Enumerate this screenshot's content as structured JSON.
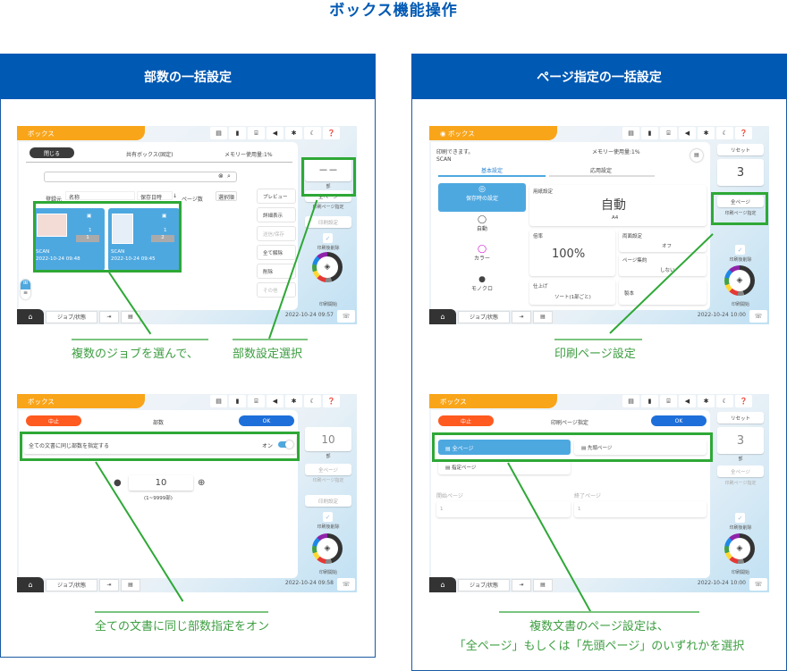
{
  "page_title": "ボックス機能操作",
  "panels": {
    "left": {
      "header": "部数の一括設定",
      "screen1": {
        "tab": "ボックス",
        "close_label": "閉じる",
        "box_name": "共有ボックス(固定)",
        "memory": "メモリー使用量:1%",
        "search_placeholder": "",
        "columns": [
          "登録元",
          "名称",
          "保存日時",
          "ページ数",
          "選択順"
        ],
        "jobs": [
          {
            "name": "SCAN",
            "datetime": "2022-10-24 09:48",
            "copies": "1",
            "pages": "1"
          },
          {
            "name": "SCAN",
            "datetime": "2022-10-24 09:45",
            "copies": "1",
            "pages": "2"
          }
        ],
        "side_buttons": [
          "プレビュー",
          "詳細表示",
          "送信/保存",
          "全て解除",
          "削除",
          "その他"
        ],
        "copies_value": "－－",
        "copies_unit": "部",
        "all_pages": "全ページ",
        "print_page_label": "印刷ページ指定",
        "print_settings": "印刷設定",
        "delete_after": "印刷後削除",
        "start": "印刷開始",
        "job_status": "ジョブ/状態",
        "datetime": "2022-10-24 09:57"
      },
      "caption1a": "複数のジョブを選んで、",
      "caption1b": "部数設定選択",
      "screen2": {
        "tab": "ボックス",
        "cancel": "中止",
        "title": "部数",
        "ok": "OK",
        "toggle_label": "全ての文書に同じ部数を指定する",
        "toggle_state": "オン",
        "copies": "10",
        "range": "(1~9999部)",
        "copies_side": "10",
        "copies_unit": "部",
        "all_pages": "全ページ",
        "print_page_label": "印刷ページ指定",
        "print_settings": "印刷設定",
        "delete_after": "印刷後削除",
        "start": "印刷開始",
        "job_status": "ジョブ/状態",
        "datetime": "2022-10-24 09:58"
      },
      "caption2": "全ての文書に同じ部数指定をオン"
    },
    "right": {
      "header": "ページ指定の一括設定",
      "screen1": {
        "tab": "ボックス",
        "status": "印刷できます。",
        "source": "SCAN",
        "memory": "メモリー使用量:1%",
        "tabs": [
          "基本設定",
          "応用設定"
        ],
        "modes": [
          "保存時の設定",
          "自動",
          "カラー",
          "モノクロ"
        ],
        "paper_label": "用紙設定",
        "paper_value": "自動",
        "paper_size": "A4",
        "zoom_label": "倍率",
        "zoom_value": "100%",
        "duplex_label": "両面設定",
        "duplex_value": "オフ",
        "nup_label": "ページ集約",
        "nup_value": "しない",
        "finish_label": "仕上げ",
        "finish_value": "ソート(1部ごと)",
        "booklet_label": "製本",
        "reset": "リセット",
        "copies": "3",
        "all_pages": "全ページ",
        "print_page_label": "印刷ページ指定",
        "delete_after": "印刷後削除",
        "start": "印刷開始",
        "job_status": "ジョブ/状態",
        "datetime": "2022-10-24 10:00"
      },
      "caption1": "印刷ページ設定",
      "screen2": {
        "tab": "ボックス",
        "cancel": "中止",
        "title": "印刷ページ指定",
        "ok": "OK",
        "options": [
          "全ページ",
          "先頭ページ",
          "指定ページ"
        ],
        "start_page_label": "開始ページ",
        "end_page_label": "終了ページ",
        "start_page": "1",
        "end_page": "1",
        "reset": "リセット",
        "copies": "3",
        "copies_unit": "部",
        "all_pages": "全ページ",
        "print_page_label": "印刷ページ指定",
        "delete_after": "印刷後削除",
        "start": "印刷開始",
        "job_status": "ジョブ/状態",
        "datetime": "2022-10-24 10:00"
      },
      "caption2a": "複数文書のページ設定は、",
      "caption2b": "「全ページ」もしくは「先頭ページ」のいずれかを選択"
    }
  },
  "colors": {
    "brand_blue": "#0059b3",
    "highlight_green": "#2ea836",
    "tab_orange": "#f9a51a",
    "cancel_red": "#ff5a1f",
    "ok_blue": "#1e6fd9",
    "selected_blue": "#4ea8e0"
  }
}
